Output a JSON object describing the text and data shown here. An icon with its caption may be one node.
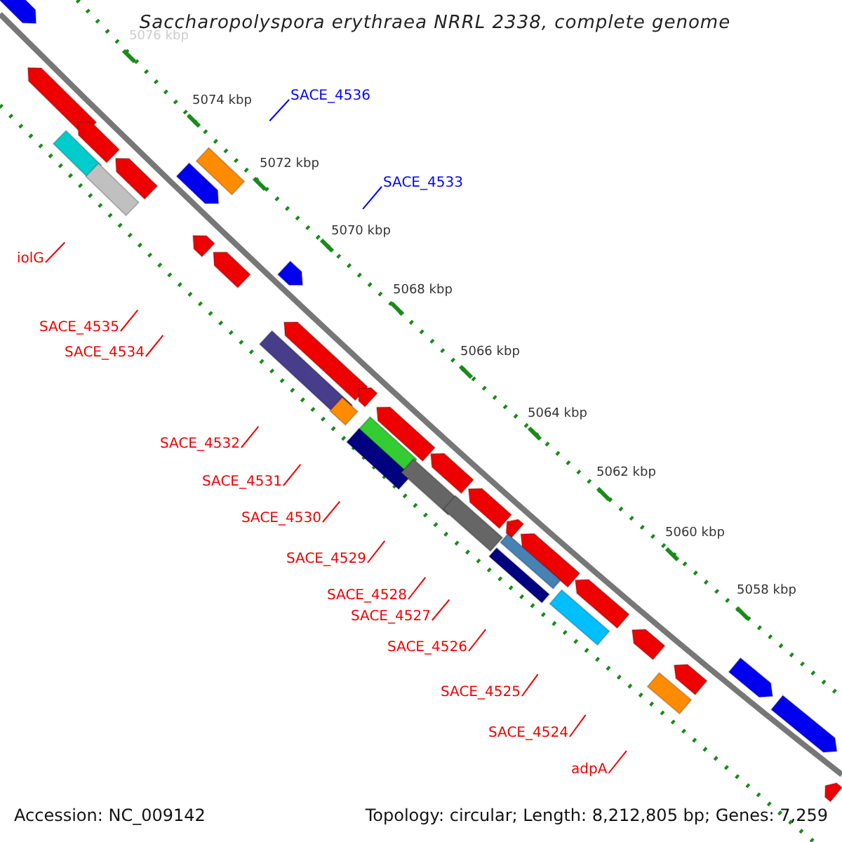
{
  "diagram": {
    "title": "Saccharopolyspora erythraea NRRL 2338, complete genome",
    "nodes": [
      {
        "text": [
          "SACE_4536"
        ]
      },
      {
        "text": [
          "SACE_4533"
        ]
      },
      {
        "text": [
          "iolG"
        ]
      },
      {
        "text": [
          "SACE_4535"
        ]
      },
      {
        "text": [
          "SACE_4534"
        ]
      },
      {
        "text": [
          "SACE_4532"
        ]
      },
      {
        "text": [
          "SACE_4531"
        ]
      },
      {
        "text": [
          "SACE_4530"
        ]
      },
      {
        "text": [
          "SACE_4529"
        ]
      },
      {
        "text": [
          "SACE_4528"
        ]
      },
      {
        "text": [
          "SACE_4527"
        ]
      },
      {
        "text": [
          "SACE_4526"
        ]
      },
      {
        "text": [
          "SACE_4525"
        ]
      },
      {
        "text": [
          "SACE_4524"
        ]
      },
      {
        "text": [
          "adpA"
        ]
      }
    ],
    "edges": [
      {
        "from": 0,
        "to": null,
        "arrow": "none",
        "color": "#0000ff"
      },
      {
        "from": 1,
        "to": null,
        "arrow": "none",
        "color": "#0000ff"
      },
      {
        "from": 2,
        "to": null,
        "arrow": "none"
      },
      {
        "from": 3,
        "to": null,
        "arrow": "none"
      },
      {
        "from": 4,
        "to": null,
        "arrow": "none"
      },
      {
        "from": 5,
        "to": null,
        "arrow": "none"
      },
      {
        "from": 6,
        "to": null,
        "arrow": "none"
      },
      {
        "from": 7,
        "to": null,
        "arrow": "none"
      },
      {
        "from": 8,
        "to": null,
        "arrow": "none"
      },
      {
        "from": 9,
        "to": null,
        "arrow": "none"
      },
      {
        "from": 10,
        "to": null,
        "arrow": "none"
      },
      {
        "from": 11,
        "to": null,
        "arrow": "none"
      },
      {
        "from": 12,
        "to": null,
        "arrow": "none"
      },
      {
        "from": 13,
        "to": null,
        "arrow": "none"
      },
      {
        "from": 14,
        "to": null,
        "arrow": "none"
      }
    ],
    "labels": [
      "5076 kbp",
      "5074 kbp",
      "5072 kbp",
      "5070 kbp",
      "5068 kbp",
      "5066 kbp",
      "5064 kbp",
      "5062 kbp",
      "5060 kbp",
      "5058 kbp",
      "Accession: NC_009142",
      "Topology: circular; Length: 8,212,805 bp; Genes: 7,259"
    ]
  }
}
